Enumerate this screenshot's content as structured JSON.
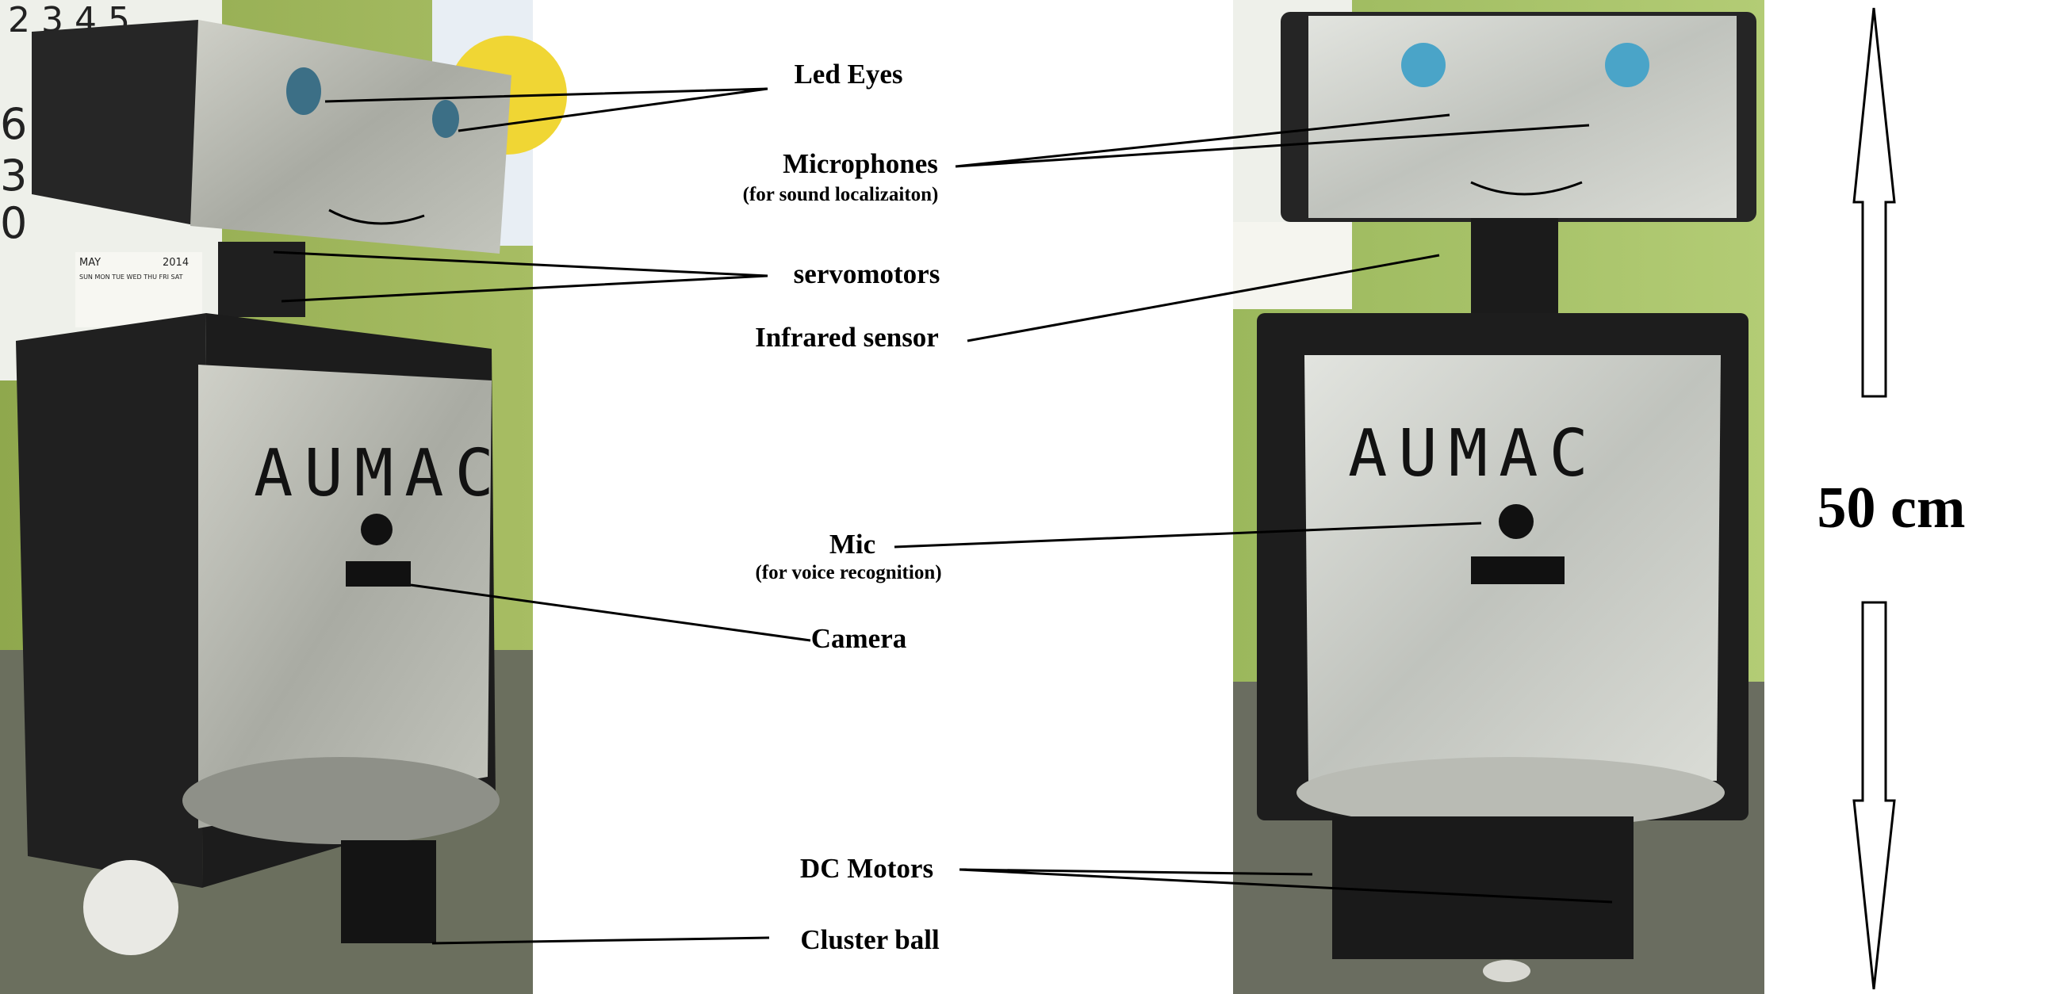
{
  "labels": {
    "led_eyes": "Led Eyes",
    "microphones": "Microphones",
    "microphones_note": "(for sound localizaiton)",
    "servomotors": "servomotors",
    "infrared_sensor": "Infrared sensor",
    "mic": "Mic",
    "mic_note": "(for voice recognition)",
    "camera": "Camera",
    "dc_motors": "DC Motors",
    "cluster_ball": "Cluster ball"
  },
  "dimension": {
    "height_text": "50 cm"
  },
  "photo_text": {
    "robot_logo": "AUMAC",
    "calendar_month": "MAY",
    "calendar_year": "2014",
    "calendar_days": "SUN MON TUE WED THU FRI SAT"
  }
}
